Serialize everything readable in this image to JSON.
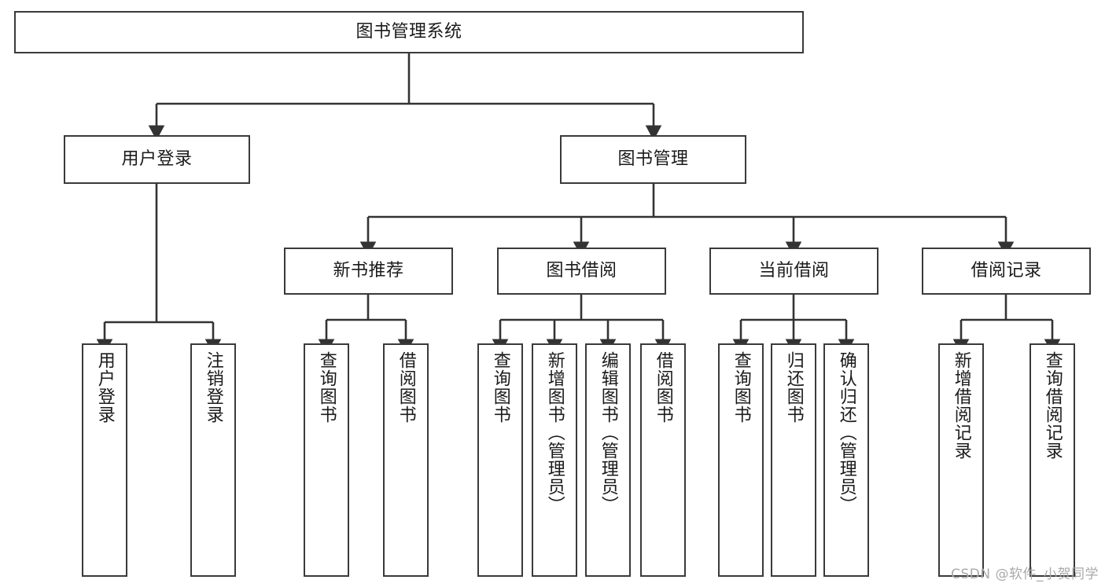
{
  "diagram": {
    "title": "图书管理系统",
    "type": "tree-hierarchy",
    "colors": {
      "box_border": "#3a3a3a",
      "box_fill": "#ffffff",
      "connector": "#333333",
      "text": "#1a1a1a",
      "watermark": "#a9a9a9",
      "background": "#ffffff"
    },
    "root": {
      "label": "图书管理系统"
    },
    "level2": [
      {
        "label": "用户登录"
      },
      {
        "label": "图书管理"
      }
    ],
    "level3": [
      {
        "label": "新书推荐"
      },
      {
        "label": "图书借阅"
      },
      {
        "label": "当前借阅"
      },
      {
        "label": "借阅记录"
      }
    ],
    "leaves": {
      "user_login": [
        {
          "label": "用户登录"
        },
        {
          "label": "注销登录"
        }
      ],
      "new_book_recommend": [
        {
          "label": "查询图书"
        },
        {
          "label": "借阅图书"
        }
      ],
      "book_borrow": [
        {
          "label": "查询图书"
        },
        {
          "label": "新增图书（管理员）"
        },
        {
          "label": "编辑图书（管理员）"
        },
        {
          "label": "借阅图书"
        }
      ],
      "current_borrow": [
        {
          "label": "查询图书"
        },
        {
          "label": "归还图书"
        },
        {
          "label": "确认归还（管理员）"
        }
      ],
      "borrow_record": [
        {
          "label": "新增借阅记录"
        },
        {
          "label": "查询借阅记录"
        }
      ]
    },
    "watermark": "CSDN @软件_小贺同学"
  }
}
